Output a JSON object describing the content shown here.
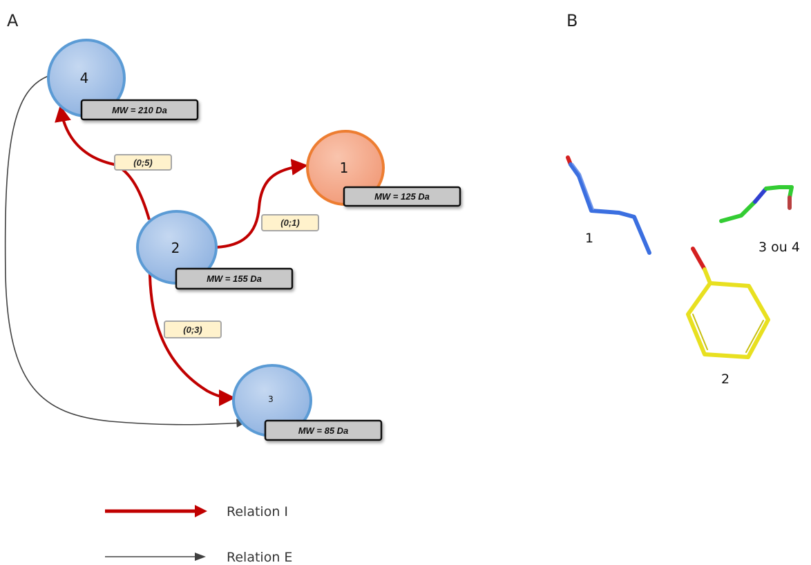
{
  "panels": {
    "a": "A",
    "b": "B"
  },
  "colors": {
    "node_blue": "#a9c4e8",
    "node_blue_stroke": "#5b9bd5",
    "node_orange": "#f4a582",
    "node_orange_stroke": "#ed7d31",
    "relation_i": "#c00000",
    "relation_e": "#404040",
    "mw_box": "#c8c8c8",
    "edge_box": "#fff2cc",
    "mol_blue": "#3b6fe0",
    "mol_green": "#33cc33",
    "mol_yellow": "#e8e020",
    "mol_red": "#d42020"
  },
  "nodes": {
    "n4": {
      "label": "4",
      "mw": "MW = 210 Da"
    },
    "n1": {
      "label": "1",
      "mw": "MW = 125 Da"
    },
    "n2": {
      "label": "2",
      "mw": "MW = 155 Da"
    },
    "n3": {
      "label": "3",
      "mw": "MW = 85 Da"
    }
  },
  "edges": {
    "e24": "(0;5)",
    "e21": "(0;1)",
    "e23": "(0;3)"
  },
  "legend": {
    "relation_i": "Relation I",
    "relation_e": "Relation E"
  },
  "molecules": {
    "m1": "1",
    "m2": "2",
    "m34": "3 ou 4"
  }
}
